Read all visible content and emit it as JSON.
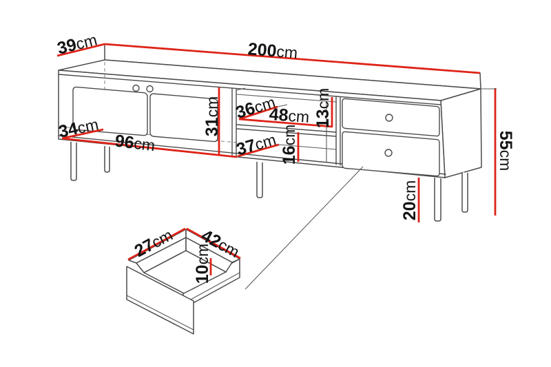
{
  "diagram": {
    "unit": "cm",
    "colors": {
      "dimension_line": "#de2418",
      "outline": "#4a4a4a",
      "text": "#141414"
    },
    "dims": {
      "top_depth": {
        "value": "39",
        "unit": "cm"
      },
      "total_width": {
        "value": "200",
        "unit": "cm"
      },
      "left_inner_depth": {
        "value": "34",
        "unit": "cm"
      },
      "left_section_width": {
        "value": "96",
        "unit": "cm"
      },
      "left_inner_height": {
        "value": "31",
        "unit": "cm"
      },
      "shelf_depth": {
        "value": "36",
        "unit": "cm"
      },
      "shelf_width": {
        "value": "48",
        "unit": "cm"
      },
      "upper_compartment_height": {
        "value": "13",
        "unit": "cm"
      },
      "lower_shelf_depth": {
        "value": "37",
        "unit": "cm"
      },
      "lower_compartment_height": {
        "value": "16",
        "unit": "cm"
      },
      "total_height": {
        "value": "55",
        "unit": "cm"
      },
      "leg_height": {
        "value": "20",
        "unit": "cm"
      },
      "drawer_depth": {
        "value": "27",
        "unit": "cm"
      },
      "drawer_width": {
        "value": "42",
        "unit": "cm"
      },
      "drawer_inner_height": {
        "value": "10",
        "unit": "cm"
      }
    }
  }
}
